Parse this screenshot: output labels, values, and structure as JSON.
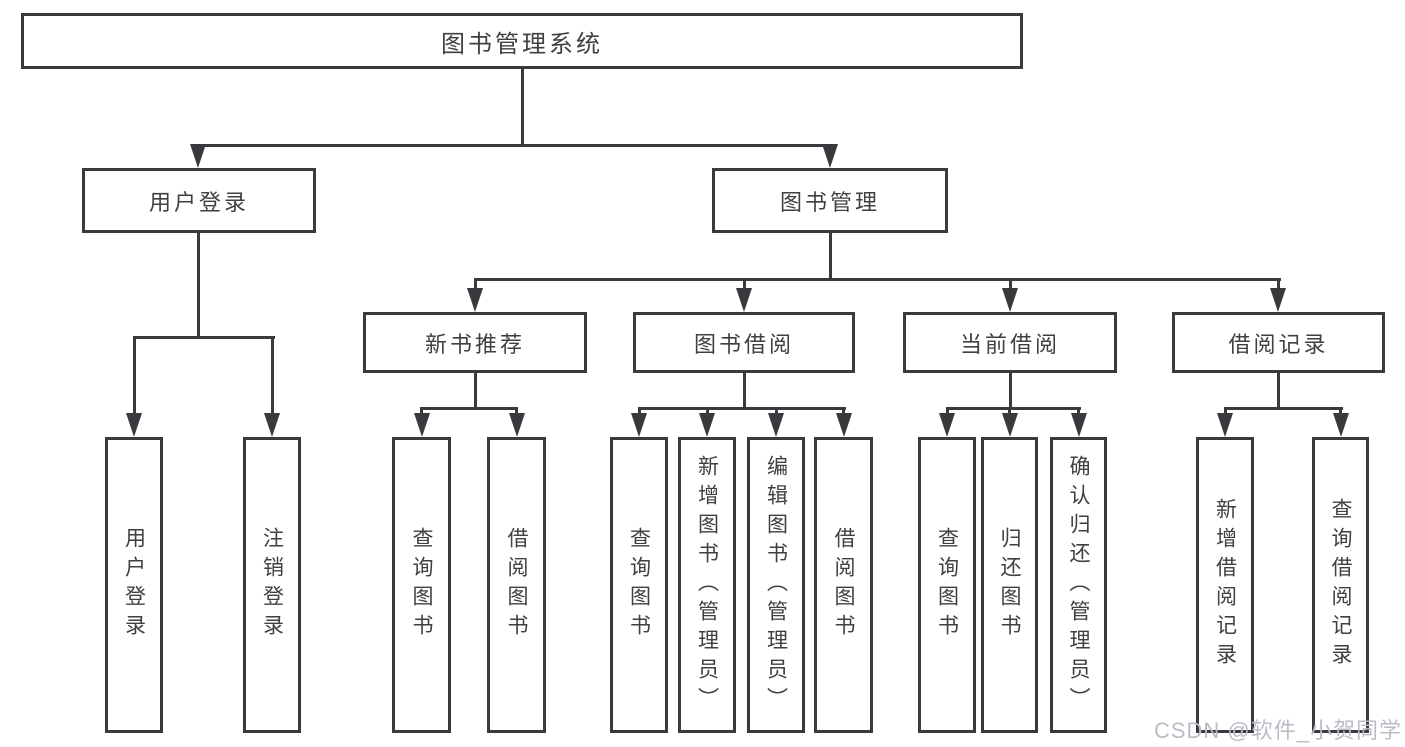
{
  "colors": {
    "line": "#3a3a3e",
    "text": "#3f3f44",
    "background": "#ffffff",
    "watermark": "#b9bdc5"
  },
  "watermark": {
    "text": "CSDN @软件_小贺同学"
  },
  "tree": {
    "root": {
      "label": "图书管理系统"
    },
    "level2": [
      {
        "label": "用户登录",
        "parent": "图书管理系统"
      },
      {
        "label": "图书管理",
        "parent": "图书管理系统"
      }
    ],
    "level3": [
      {
        "label": "新书推荐",
        "parent": "图书管理"
      },
      {
        "label": "图书借阅",
        "parent": "图书管理"
      },
      {
        "label": "当前借阅",
        "parent": "图书管理"
      },
      {
        "label": "借阅记录",
        "parent": "图书管理"
      }
    ],
    "leaves": [
      {
        "label": "用户登录",
        "parent": "用户登录"
      },
      {
        "label": "注销登录",
        "parent": "用户登录"
      },
      {
        "label": "查询图书",
        "parent": "新书推荐"
      },
      {
        "label": "借阅图书",
        "parent": "新书推荐"
      },
      {
        "label": "查询图书",
        "parent": "图书借阅"
      },
      {
        "label": "新增图书（管理员）",
        "parent": "图书借阅"
      },
      {
        "label": "编辑图书（管理员）",
        "parent": "图书借阅"
      },
      {
        "label": "借阅图书",
        "parent": "图书借阅"
      },
      {
        "label": "查询图书",
        "parent": "当前借阅"
      },
      {
        "label": "归还图书",
        "parent": "当前借阅"
      },
      {
        "label": "确认归还（管理员）",
        "parent": "当前借阅"
      },
      {
        "label": "新增借阅记录",
        "parent": "借阅记录"
      },
      {
        "label": "查询借阅记录",
        "parent": "借阅记录"
      }
    ]
  }
}
